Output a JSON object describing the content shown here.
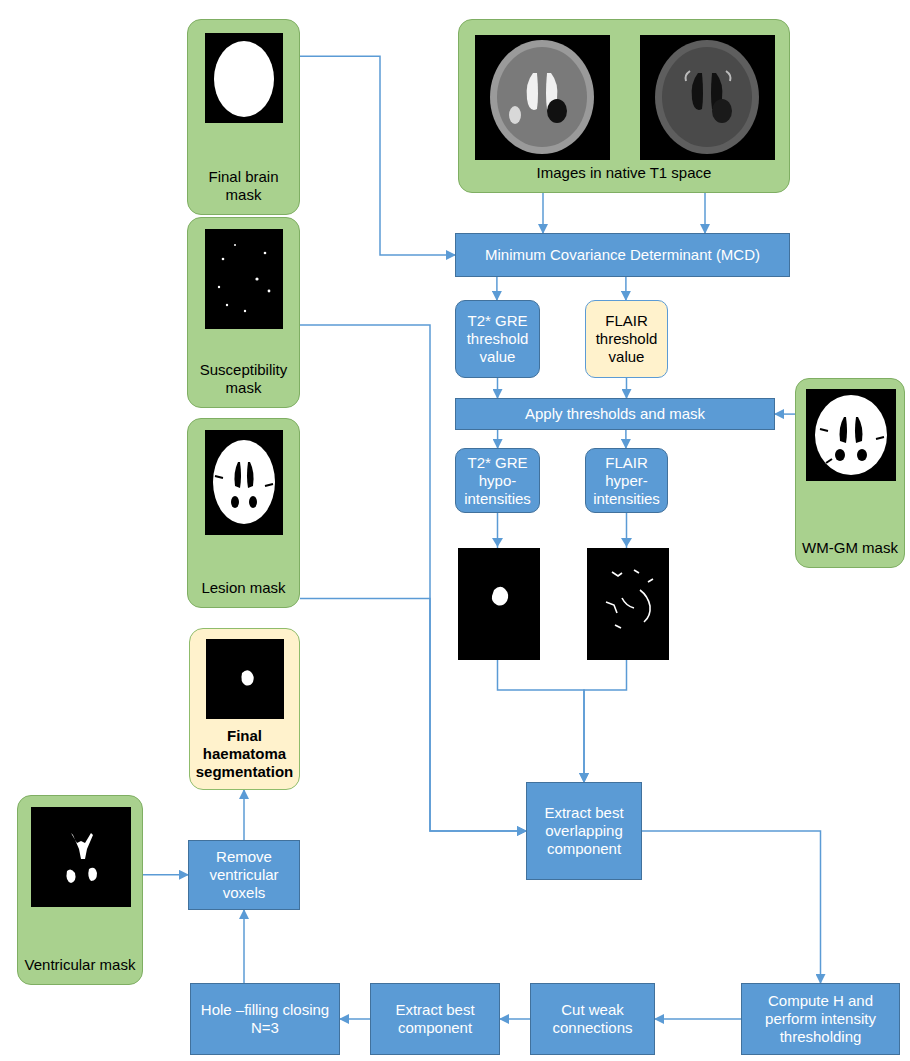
{
  "diagram": {
    "nodes": [
      {
        "text": [
          "Final brain mask"
        ]
      },
      {
        "text": [
          "Images in native T1 space"
        ]
      },
      {
        "text": [
          "Minimum Covariance Determinant (MCD)"
        ]
      },
      {
        "text": [
          "Susceptibility mask"
        ]
      },
      {
        "text": [
          "T2* GRE threshold value"
        ]
      },
      {
        "text": [
          "FLAIR threshold value"
        ]
      },
      {
        "text": [
          "Apply thresholds and mask"
        ]
      },
      {
        "text": [
          "WM-GM mask"
        ]
      },
      {
        "text": [
          "Lesion mask"
        ]
      },
      {
        "text": [
          "T2* GRE hypo-intensities"
        ]
      },
      {
        "text": [
          "FLAIR hyper-intensities"
        ]
      },
      {
        "text": [
          "Final haematoma segmentation"
        ]
      },
      {
        "text": [
          "Extract best overlapping component"
        ]
      },
      {
        "text": [
          "Ventricular mask"
        ]
      },
      {
        "text": [
          "Remove ventricular voxels"
        ]
      },
      {
        "text": [
          "Compute H and perform intensity thresholding"
        ]
      },
      {
        "text": [
          "Hole –filling closing N=3"
        ]
      },
      {
        "text": [
          "Extract best component"
        ]
      },
      {
        "text": [
          "Cut weak connections"
        ]
      }
    ],
    "edges": [
      {
        "from": 1,
        "to": 2,
        "arrow": "to"
      },
      {
        "from": 1,
        "to": 2,
        "arrow": "to"
      },
      {
        "from": 0,
        "to": 2,
        "arrow": "to"
      },
      {
        "from": 2,
        "to": 4,
        "arrow": "to"
      },
      {
        "from": 2,
        "to": 5,
        "arrow": "to"
      },
      {
        "from": 4,
        "to": 6,
        "arrow": "to"
      },
      {
        "from": 5,
        "to": 6,
        "arrow": "to"
      },
      {
        "from": 7,
        "to": 6,
        "arrow": "to"
      },
      {
        "from": 6,
        "to": 9,
        "arrow": "to"
      },
      {
        "from": 6,
        "to": 10,
        "arrow": "to"
      },
      {
        "from": 9,
        "to": 12,
        "arrow": "to"
      },
      {
        "from": 10,
        "to": 12,
        "arrow": "to"
      },
      {
        "from": 3,
        "to": 12,
        "arrow": "to"
      },
      {
        "from": 8,
        "to": 12,
        "arrow": "to"
      },
      {
        "from": 12,
        "to": 15,
        "arrow": "to"
      },
      {
        "from": 15,
        "to": 18,
        "arrow": "to"
      },
      {
        "from": 18,
        "to": 17,
        "arrow": "to"
      },
      {
        "from": 17,
        "to": 16,
        "arrow": "to"
      },
      {
        "from": 16,
        "to": 14,
        "arrow": "to"
      },
      {
        "from": 13,
        "to": 14,
        "arrow": "to"
      },
      {
        "from": 14,
        "to": 11,
        "arrow": "to"
      }
    ]
  }
}
